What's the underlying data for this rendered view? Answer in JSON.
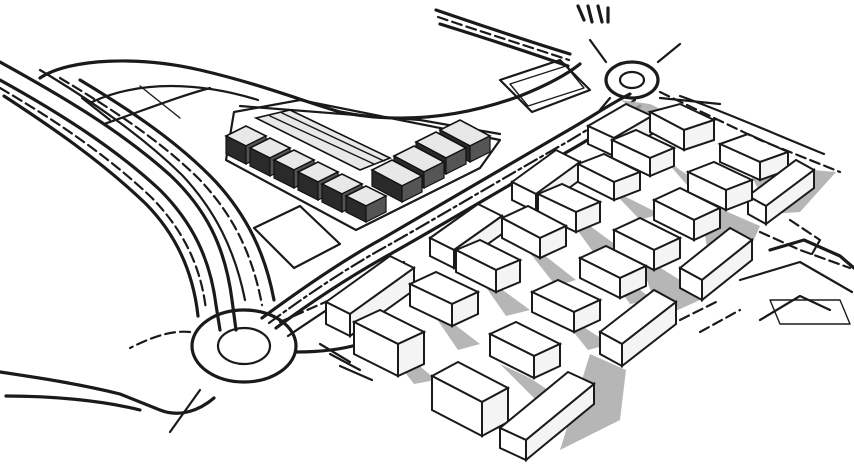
{
  "drawing": {
    "style": "isometric-sketch",
    "ink_color": "#1a1a1a",
    "shadow_color": "#a9a9a9",
    "background": "#ffffff",
    "elements": {
      "roundabouts": 2,
      "residential_blocks": 28,
      "industrial_blocks": 12
    }
  }
}
